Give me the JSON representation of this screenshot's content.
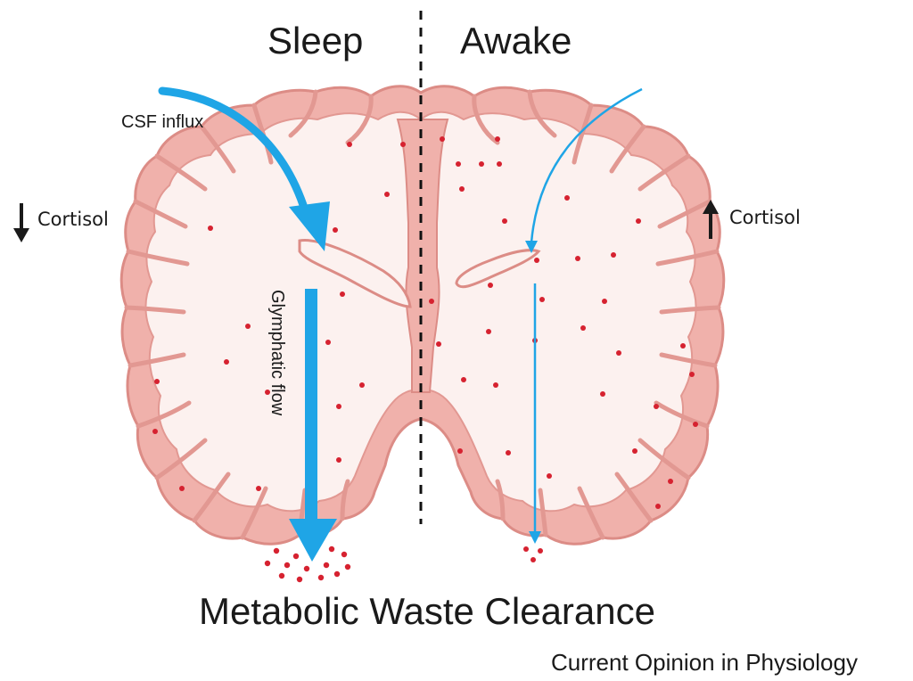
{
  "diagram": {
    "sleep_label": "Sleep",
    "awake_label": "Awake",
    "csf_label": "CSF influx",
    "cortisol_left_label": "Cortisol",
    "cortisol_right_label": "Cortisol",
    "glymphatic_label": "Glymphatic flow",
    "title": "Metabolic Waste Clearance",
    "source": "Current Opinion in Physiology"
  },
  "colors": {
    "cortex_fill": "#f0b1ab",
    "cortex_stroke": "#dc8c86",
    "white_matter": "#fcf1ef",
    "flow_arrow": "#1fa5e6",
    "waste_dot": "#d62230",
    "text": "#1a1a1a"
  },
  "icons": {
    "cortisol_left": "arrow-down-icon",
    "cortisol_right": "arrow-up-icon"
  }
}
